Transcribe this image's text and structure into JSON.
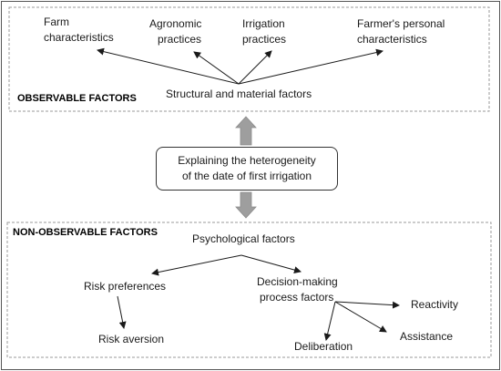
{
  "observable": {
    "header": "OBSERVABLE FACTORS",
    "root": "Structural and material factors",
    "children": [
      {
        "line1": "Farm",
        "line2": "characteristics"
      },
      {
        "line1": "Agronomic",
        "line2": "practices"
      },
      {
        "line1": "Irrigation",
        "line2": "practices"
      },
      {
        "line1": "Farmer's personal",
        "line2": "characteristics"
      }
    ]
  },
  "center": {
    "line1": "Explaining the heterogeneity",
    "line2": "of the date of first irrigation"
  },
  "non_observable": {
    "header": "NON-OBSERVABLE FACTORS",
    "root": "Psychological factors",
    "risk_preferences": "Risk preferences",
    "risk_aversion": "Risk aversion",
    "decision_line1": "Decision-making",
    "decision_line2": "process factors",
    "reactivity": "Reactivity",
    "assistance": "Assistance",
    "deliberation": "Deliberation"
  },
  "colors": {
    "dashed_border": "#9a9a9a",
    "block_arrow": "#9e9e9e",
    "line": "#1a1a1a"
  }
}
